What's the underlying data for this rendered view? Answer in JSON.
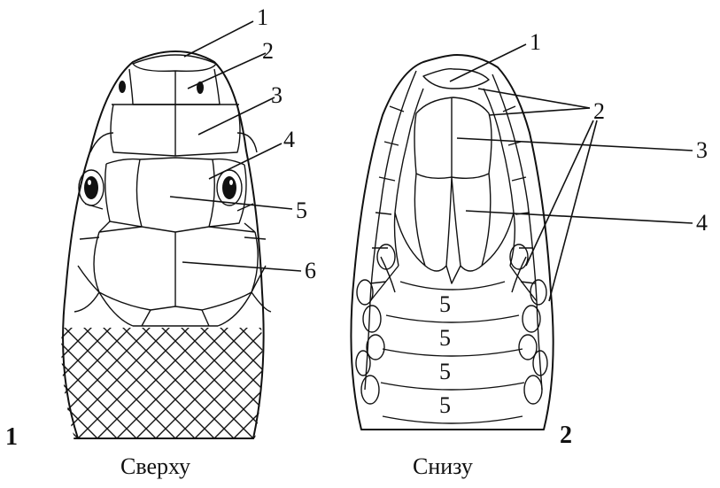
{
  "dorsal": {
    "figure_number": "1",
    "caption": "Сверху",
    "labels": [
      "1",
      "2",
      "3",
      "4",
      "5",
      "6"
    ]
  },
  "ventral": {
    "figure_number": "2",
    "caption": "Снизу",
    "labels": [
      "1",
      "2",
      "3",
      "4"
    ],
    "chin_labels": [
      "5",
      "5",
      "5",
      "5"
    ]
  }
}
